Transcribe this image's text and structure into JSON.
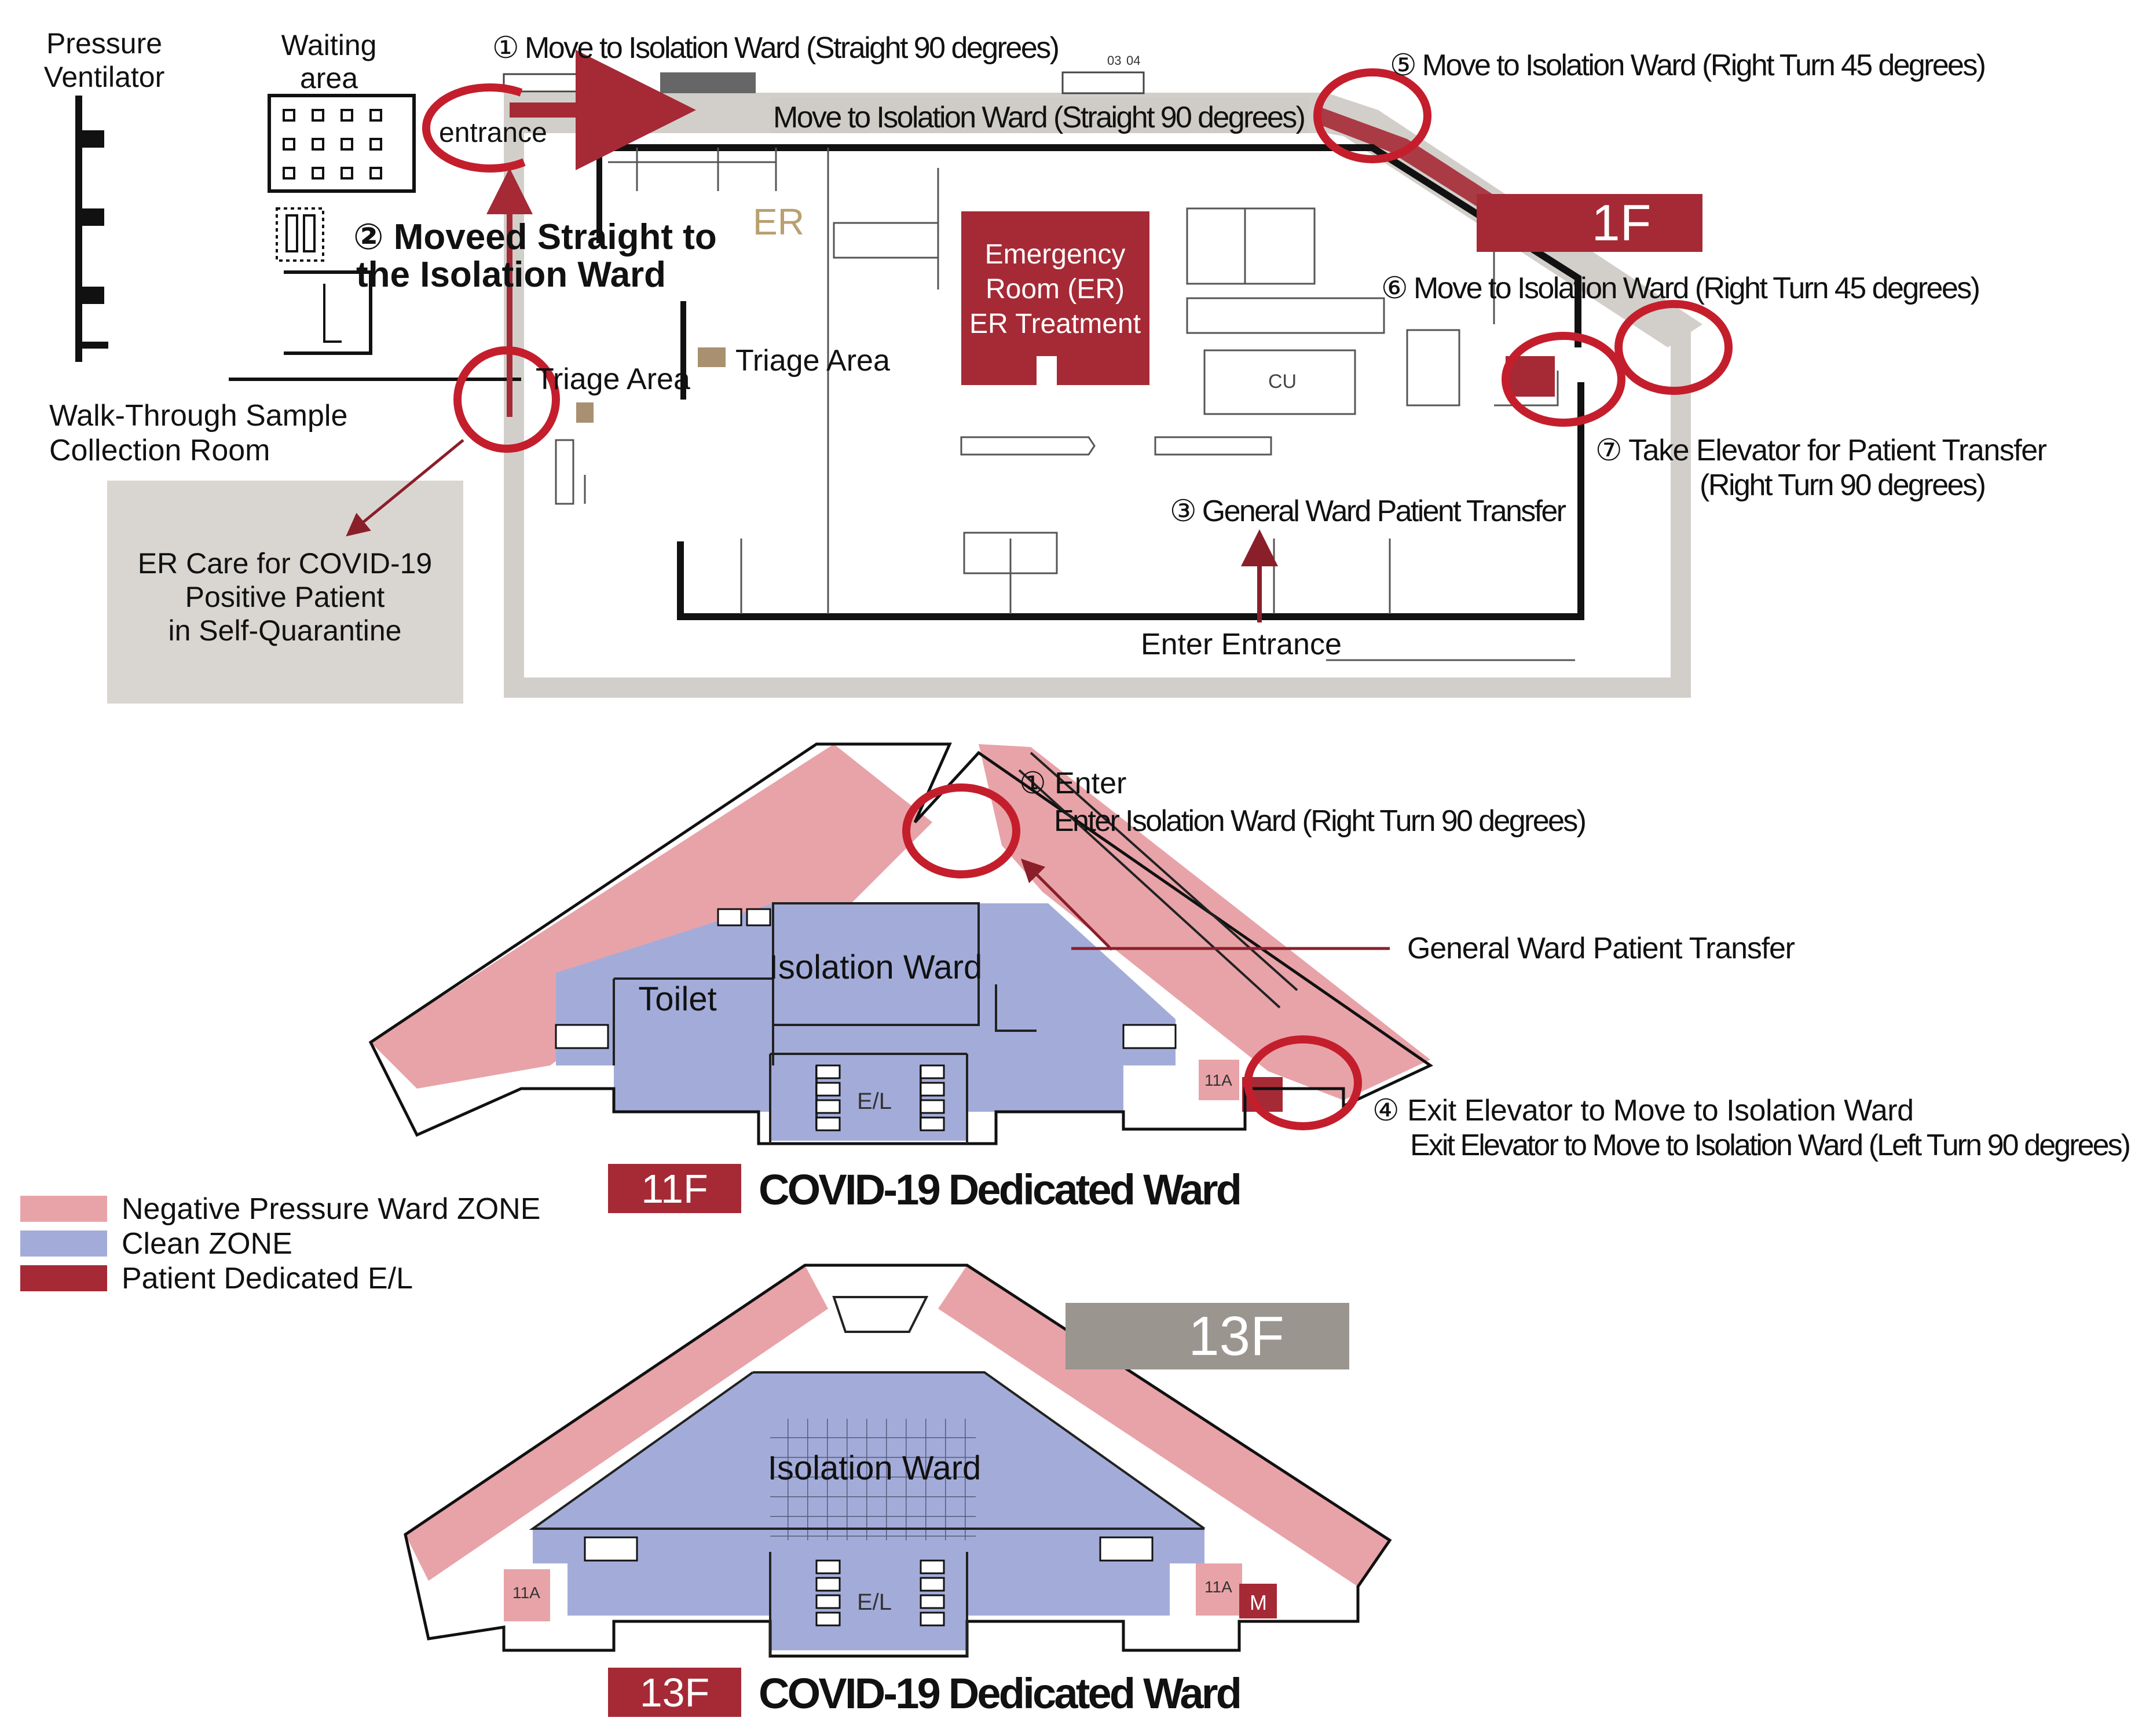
{
  "colors": {
    "negative_zone": "#e8a3a8",
    "clean_zone": "#a3acd9",
    "dedicated_el": "#a52a36",
    "wall": "#111111",
    "outer_band": "#d2cfcb",
    "gray_box": "#d9d6d2",
    "floor_badge_13": "#9a958f"
  },
  "floor1": {
    "badge": "1F",
    "pressure_ventilator": [
      "Pressure",
      "Ventilator"
    ],
    "waiting_area": [
      "Waiting",
      "area"
    ],
    "entrance": "entrance",
    "walk_through": [
      "Walk-Through Sample",
      "Collection Room"
    ],
    "er_care": [
      "ER Care for COVID-19",
      "Positive Patient",
      "in Self-Quarantine"
    ],
    "step1": "① Move to Isolation Ward (Straight 90 degrees)",
    "banner": "Move to Isolation Ward (Straight 90 degrees)",
    "step2": [
      "② Moveed Straight to",
      "the Isolation Ward"
    ],
    "er": "ER",
    "emergency_room": [
      "Emergency",
      "Room (ER)",
      "ER Treatment"
    ],
    "triage_area_1": "Triage Area",
    "triage_area_2": "Triage Area",
    "step5": "⑤ Move to Isolation Ward (Right Turn 45 degrees)",
    "step6": "⑥ Move to Isolation Ward (Right Turn 45 degrees)",
    "step7": [
      "⑦ Take Elevator for Patient Transfer",
      "(Right Turn 90 degrees)"
    ],
    "step3": "③ General Ward Patient Transfer",
    "enter_entrance": "Enter Entrance",
    "cu": "CU",
    "code_top_left": "03",
    "code_top_right": "04"
  },
  "floor11": {
    "badge": "11F",
    "title": "COVID-19 Dedicated Ward",
    "enter": [
      "① Enter",
      "Enter Isolation Ward (Right Turn 90 degrees)"
    ],
    "general_transfer": "General Ward Patient Transfer",
    "isolation_ward": "Isolation Ward",
    "toilet": "Toilet",
    "el": "E/L",
    "exit_elevator": [
      "④ Exit Elevator to Move to Isolation Ward",
      "Exit Elevator to Move to Isolation Ward (Left Turn 90 degrees)"
    ],
    "room_11a": "11A"
  },
  "legend": {
    "items": [
      "Negative Pressure Ward ZONE",
      "Clean ZONE",
      "Patient Dedicated E/L"
    ]
  },
  "floor13": {
    "badge": "13F",
    "title": "COVID-19 Dedicated Ward",
    "isolation_ward": "Isolation Ward",
    "el": "E/L",
    "room_11a_left": "11A",
    "room_11a_right": "11A",
    "m": "M"
  }
}
